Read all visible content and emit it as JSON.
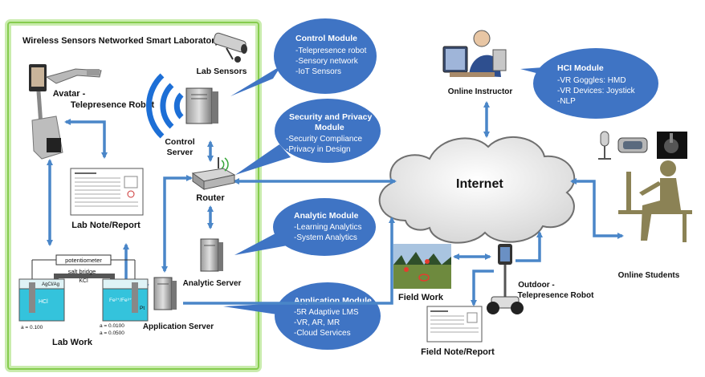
{
  "lab_title": "Wireless Sensors Networked Smart Laboratory",
  "nodes": {
    "avatar_line1": "Avatar -",
    "avatar_line2": "Telepresence Robot",
    "lab_sensors": "Lab Sensors",
    "control_server_line1": "Control",
    "control_server_line2": "Server",
    "router": "Router",
    "lab_note": "Lab Note/Report",
    "analytic_server": "Analytic Server",
    "application_server": "Application Server",
    "lab_work": "Lab Work",
    "internet": "Internet",
    "online_instructor": "Online Instructor",
    "online_students": "Online Students",
    "field_work": "Field Work",
    "outdoor_robot_line1": "Outdoor -",
    "outdoor_robot_line2": "Telepresence Robot",
    "field_note": "Field Note/Report"
  },
  "lab_apparatus": {
    "potentiometer": "potentiometer",
    "salt_bridge": "salt bridge",
    "kcl": "KCl",
    "hcl": "HCl",
    "agcl": "AgCl/Ag",
    "fe": "Fe²⁺/Fe³⁺",
    "pt": "Pt",
    "a_hcl": "a = 0.100",
    "a_fe2": "a = 0.0100",
    "a_fe3": "a = 0.0500"
  },
  "modules": {
    "control": {
      "title": "Control Module",
      "items": [
        "-Telepresence robot",
        "-Sensory network",
        "-IoT Sensors"
      ]
    },
    "security": {
      "title_line1": "Security and Privacy",
      "title_line2": "Module",
      "items": [
        "-Security Compliance",
        "-Privacy in Design"
      ]
    },
    "analytic": {
      "title": "Analytic Module",
      "items": [
        "-Learning Analytics",
        "-System Analytics"
      ]
    },
    "application": {
      "title": "Application Module",
      "items": [
        "-5R Adaptive LMS",
        "-VR, AR, MR",
        "-Cloud Services"
      ]
    },
    "hci": {
      "title": "HCI Module",
      "items": [
        "-VR Goggles: HMD",
        "-VR Devices: Joystick",
        "-NLP"
      ]
    }
  },
  "colors": {
    "bubble": "#3f74c4",
    "arrow": "#4a86c8",
    "lab_border": "#9fd86b",
    "cloud_fill": "#f0f0f0"
  }
}
